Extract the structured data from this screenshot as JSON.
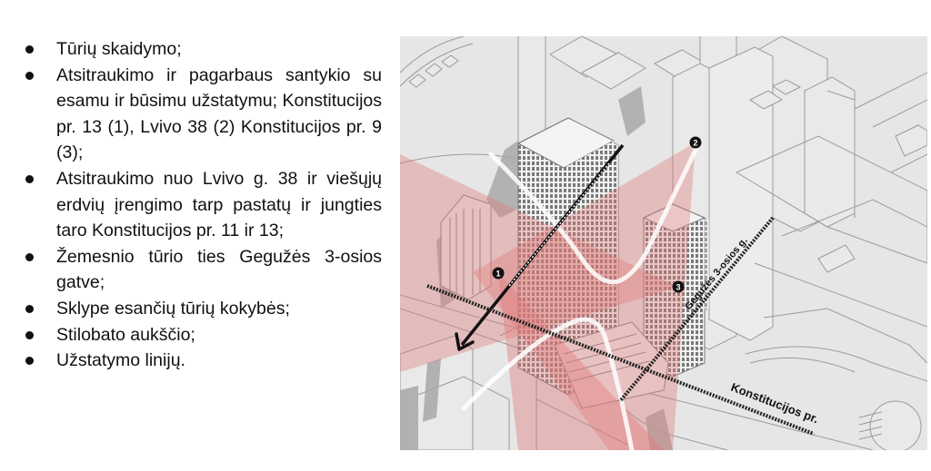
{
  "bullets": [
    {
      "text": "Tūrių skaidymo;"
    },
    {
      "text": "Atsitraukimo ir pagarbaus santykio su esamu ir būsimu užstatymu; Konstitucijos pr. 13 (1), Lvivo 38 (2) Konstitucijos pr. 9 (3);"
    },
    {
      "text": "Atsitraukimo nuo Lvivo g. 38 ir viešųjų erdvių įrengimo tarp pastatų ir jungties taro Konstitucijos pr. 11 ir 13;"
    },
    {
      "text": "Žemesnio tūrio ties Gegužės 3-osios gatve;"
    },
    {
      "text": "Sklype esančių tūrių kokybės;"
    },
    {
      "text": "Stilobato aukščio;"
    },
    {
      "text": "Užstatymo linijų."
    }
  ],
  "figure": {
    "street_labels": {
      "konstitucijos": "Konstitucijos pr.",
      "geguzes": "Gegužės 3-osios g."
    },
    "markers": [
      {
        "label": "1"
      },
      {
        "label": "2"
      },
      {
        "label": "3"
      }
    ],
    "colors": {
      "background": "#e6e6e6",
      "view_cone": "#e8a0a0",
      "building_line": "#9a9a9a",
      "shadow": "#a8a8a8",
      "marker": "#111111",
      "highlight_curve": "#ffffff"
    }
  }
}
